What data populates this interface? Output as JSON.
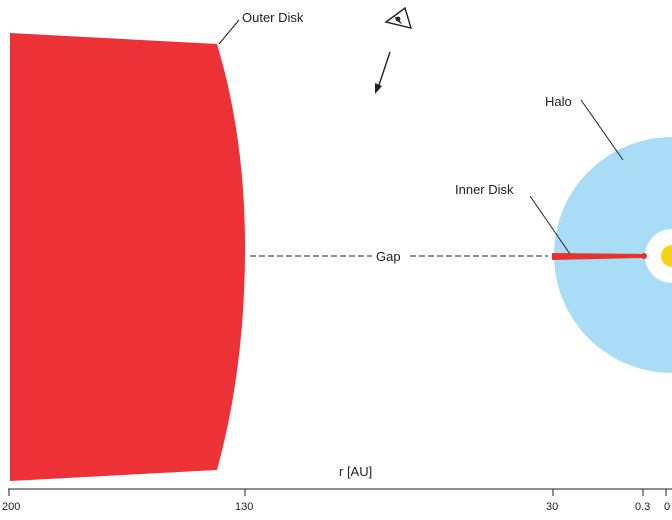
{
  "labels": {
    "outer_disk": "Outer Disk",
    "halo": "Halo",
    "inner_disk": "Inner Disk",
    "gap": "Gap",
    "axis": "r [AU]"
  },
  "axis_ticks": [
    "200",
    "130",
    "30",
    "0.3",
    "0"
  ],
  "icons": {
    "observer": "eye-icon",
    "view_direction": "arrow-icon"
  },
  "colors": {
    "outer_disk": "#ed3237",
    "inner_disk": "#e8302e",
    "halo": "#a9dcf5",
    "star": "#f5d31a",
    "lines": "#222222"
  }
}
